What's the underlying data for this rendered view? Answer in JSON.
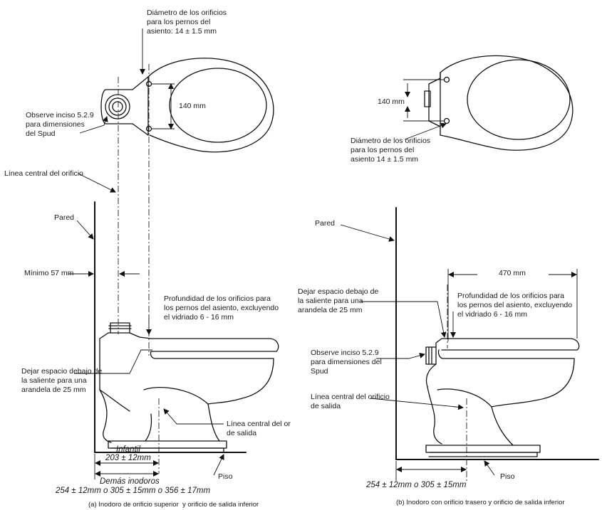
{
  "left_figure": {
    "bolt_hole_diameter": "Diámetro de los orificios\npara los pernos del\nasiento: 14 ± 1.5 mm",
    "bolt_spacing": "140 mm",
    "spud_note": "Observe inciso 5.2.9\npara dimensiones\ndel Spud",
    "centerline_orifice": "Línea central del orificio",
    "wall": "Pared",
    "min_distance": "Mínimo 57 mm",
    "bolt_hole_depth": "Profundidad de los orificios para\nlos pernos del asiento, excluyendo\nel vidriado 6 - 16 mm",
    "washer_space": "Dejar espacio debajo de\nla saliente para una\narandela de 25 mm",
    "outlet_centerline": "Línea central del or\nde salida",
    "infantil": "Infantil",
    "infantil_value": "203 ± 12mm",
    "demas": "Demás inodoros",
    "demas_value": "254 ± 12mm o 305 ± 15mm o 356 ± 17mm",
    "floor": "Piso",
    "caption": "(a) Inodoro de orificio superior  y orificio de salida inferior"
  },
  "right_figure": {
    "bolt_spacing": "140 mm",
    "bolt_hole_diameter": "Diámetro de los orificios\npara los pernos del\nasiento 14 ± 1.5 mm",
    "wall": "Pared",
    "dim_470": "470 mm",
    "washer_space": "Dejar espacio debajo de\nla saliente para una\narandela de 25 mm",
    "bolt_hole_depth": "Profundidad de los orificios para\nlos pernos del asiento, excluyendo\nel vidriado 6 - 16 mm",
    "spud_note": "Observe inciso 5.2.9\npara dimensiones del\nSpud",
    "outlet_centerline": "Línea central del orificio\nde salida",
    "floor": "Piso",
    "rough_in": "254 ± 12mm o 305 ± 15mm",
    "caption": "(b) Inodoro con orificio trasero y orificio de salida inferior"
  }
}
